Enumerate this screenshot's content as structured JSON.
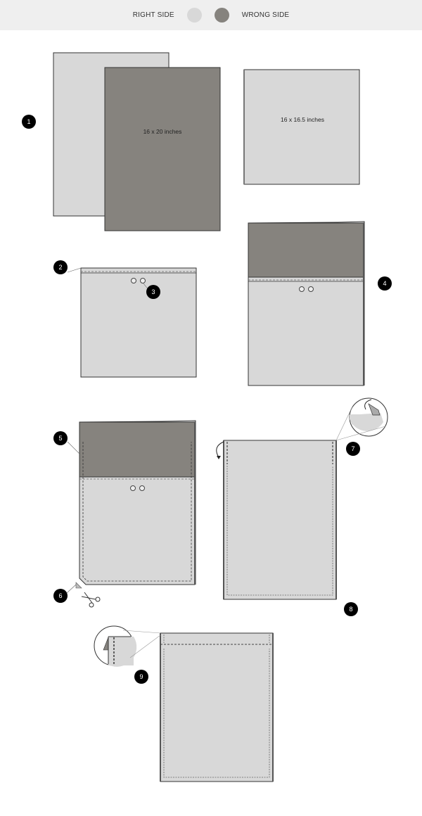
{
  "legend": {
    "right_side_label": "RIGHT SIDE",
    "wrong_side_label": "WRONG SIDE",
    "right_side_color": "#d8d8d8",
    "wrong_side_color": "#86837e"
  },
  "colors": {
    "right_side": "#d8d8d8",
    "wrong_side": "#86837e",
    "outline": "#333333",
    "badge": "#000000",
    "background": "#ffffff",
    "legend_bg": "#efefef"
  },
  "steps": [
    {
      "number": "1",
      "labels": [
        "16 x 20 inches",
        "16 x 16.5 inches"
      ]
    },
    {
      "number": "2"
    },
    {
      "number": "3"
    },
    {
      "number": "4"
    },
    {
      "number": "5"
    },
    {
      "number": "6"
    },
    {
      "number": "7"
    },
    {
      "number": "8"
    },
    {
      "number": "9"
    }
  ],
  "dimensions": {
    "large_panel": "16 x 20 inches",
    "small_panel": "16 x 16.5 inches"
  }
}
